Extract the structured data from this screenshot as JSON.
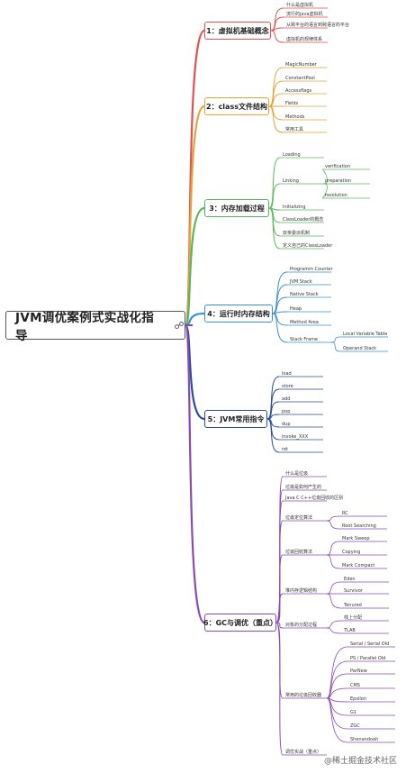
{
  "root": {
    "label": "JVM调优案例式实战化指导",
    "icon": "link-icon"
  },
  "branches": [
    {
      "label": "1：虚拟机基础概念",
      "color": "#e05252",
      "leaves": [
        {
          "label": "什么是虚拟机"
        },
        {
          "label": "流行的java虚拟机"
        },
        {
          "label": "从跨平台的语言到跨语言的平台"
        },
        {
          "label": "虚拟机的规律体系"
        }
      ]
    },
    {
      "label": "2：class文件结构",
      "color": "#e8a23a",
      "leaves": [
        {
          "label": "MagicNumber"
        },
        {
          "label": "ConstantPool"
        },
        {
          "label": "Accessflags"
        },
        {
          "label": "Fields"
        },
        {
          "label": "Methods"
        },
        {
          "label": "常用工具"
        }
      ]
    },
    {
      "label": "3：内存加载过程",
      "color": "#5bb65b",
      "leaves": [
        {
          "label": "Loading"
        },
        {
          "label": "Linking",
          "children": [
            {
              "label": "verification"
            },
            {
              "label": "preparation"
            },
            {
              "label": "resolution"
            }
          ]
        },
        {
          "label": "Initializing"
        },
        {
          "label": "ClassLoader的概念"
        },
        {
          "label": "双亲委派机制"
        },
        {
          "label": "定义自己的ClassLoader"
        }
      ]
    },
    {
      "label": "4：运行时内存结构",
      "color": "#3d8fd6",
      "leaves": [
        {
          "label": "Programm Counter"
        },
        {
          "label": "JVM Stack"
        },
        {
          "label": "Native Stack"
        },
        {
          "label": "Heap"
        },
        {
          "label": "Method Area"
        },
        {
          "label": "Stack Frame",
          "children": [
            {
              "label": "Local Variable Table"
            },
            {
              "label": "Operand Stack"
            }
          ]
        }
      ]
    },
    {
      "label": "5：JVM常用指令",
      "color": "#2b4c9c",
      "leaves": [
        {
          "label": "load"
        },
        {
          "label": "store"
        },
        {
          "label": "add"
        },
        {
          "label": "pop"
        },
        {
          "label": "dup"
        },
        {
          "label": "invoke_XXX"
        },
        {
          "label": "ret"
        }
      ]
    },
    {
      "label": "6：GC与调优（重点）",
      "color": "#8a4ab3",
      "leaves": [
        {
          "label": "什么是垃圾"
        },
        {
          "label": "垃圾是如何产生的"
        },
        {
          "label": "Java C C++垃圾回收的区别"
        },
        {
          "label": "垃圾定位算法",
          "children": [
            {
              "label": "RC"
            },
            {
              "label": "Root Searching"
            }
          ]
        },
        {
          "label": "垃圾回收算法",
          "children": [
            {
              "label": "Mark Sweep"
            },
            {
              "label": "Copying"
            },
            {
              "label": "Mark Compact"
            }
          ]
        },
        {
          "label": "堆内存逻辑结构",
          "children": [
            {
              "label": "Eden"
            },
            {
              "label": "Survivor"
            },
            {
              "label": "Tenured"
            }
          ]
        },
        {
          "label": "对象的分配过程",
          "children": [
            {
              "label": "栈上分配"
            },
            {
              "label": "TLAB"
            }
          ]
        },
        {
          "label": "常用的垃圾回收器",
          "children": [
            {
              "label": "Serial / Serial Old"
            },
            {
              "label": "PS / Parallel Old"
            },
            {
              "label": "ParNew"
            },
            {
              "label": "CMS"
            },
            {
              "label": "Epsilon"
            },
            {
              "label": "G1"
            },
            {
              "label": "ZGC"
            },
            {
              "label": "Shenandoah"
            }
          ]
        },
        {
          "label": "调优实战（重点）"
        }
      ]
    }
  ],
  "watermark": "@稀土掘金技术社区"
}
